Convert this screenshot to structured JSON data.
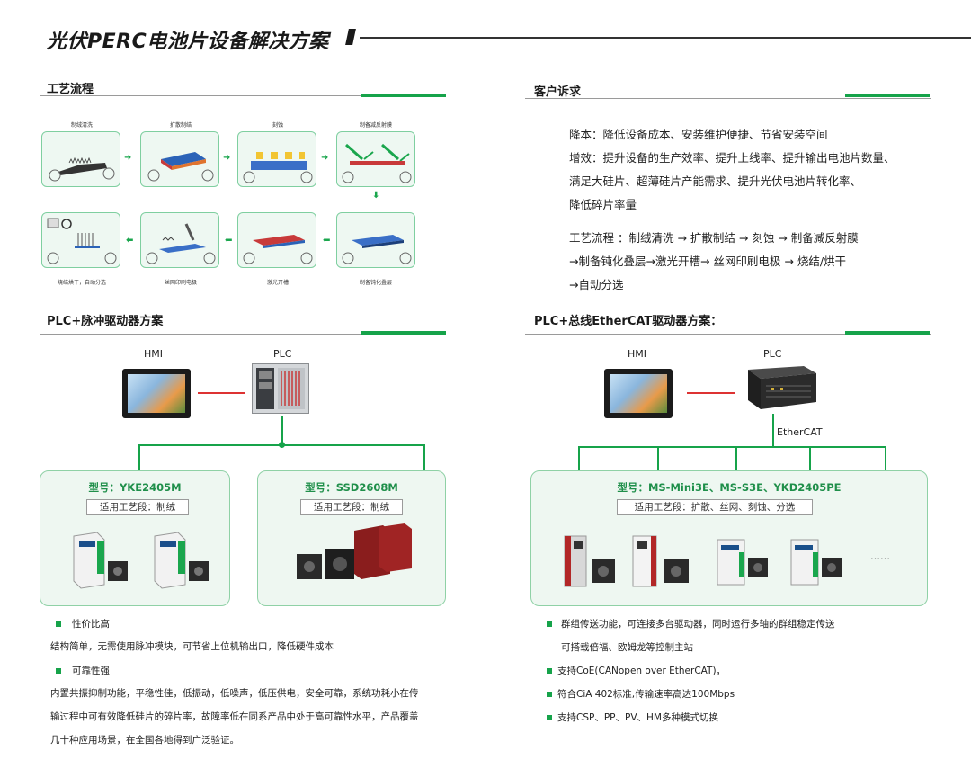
{
  "page": {
    "title": "光伏PERC电池片设备解决方案"
  },
  "process_section": {
    "title": "工艺流程",
    "steps": [
      "制绒清洗",
      "扩散制结",
      "刻蚀",
      "制备减反射膜",
      "制备钝化叠层",
      "激光开槽",
      "丝网印刷电极",
      "烧结烘干，自动分选"
    ]
  },
  "requirements": {
    "title": "客户诉求",
    "lines": [
      "降本：降低设备成本、安装维护便捷、节省安装空间",
      "增效：提升设备的生产效率、提升上线率、提升输出电池片数量、",
      "满足大硅片、超薄硅片产能需求、提升光伏电池片转化率、",
      "降低碎片率量"
    ],
    "flow_lines": [
      "工艺流程 ：制绒清洗 → 扩散制结 → 刻蚀 → 制备减反射膜",
      "→制备钝化叠层→激光开槽→ 丝网印刷电极 → 烧结/烘干",
      "→自动分选"
    ]
  },
  "plc_pulse": {
    "title": "PLC+脉冲驱动器方案",
    "hmi_label": "HMI",
    "plc_label": "PLC",
    "box1": {
      "model": "型号：YKE2405M",
      "applicable": "适用工艺段：制绒"
    },
    "box2": {
      "model": "型号：SSD2608M",
      "applicable": "适用工艺段：制绒"
    },
    "features": [
      {
        "head": "性价比高",
        "text": [
          "结构简单，无需使用脉冲模块，可节省上位机输出口，降低硬件成本"
        ]
      },
      {
        "head": "可靠性强",
        "text": [
          "内置共振抑制功能，平稳性佳，低振动，低噪声，低压供电，安全可靠，系统功耗小在传",
          "输过程中可有效降低硅片的碎片率，故障率低在同系产品中处于高可靠性水平，产品覆盖",
          "几十种应用场景，在全国各地得到广泛验证。"
        ]
      }
    ]
  },
  "plc_ethercat": {
    "title": "PLC+总线EtherCAT驱动器方案：",
    "hmi_label": "HMI",
    "plc_label": "PLC",
    "bus_label": "EtherCAT",
    "box": {
      "model": "型号：MS-Mini3E、MS-S3E、YKD2405PE",
      "applicable": "适用工艺段：扩散、丝网、刻蚀、分选",
      "more": "……"
    },
    "bullets": [
      "群组传送功能，可连接多台驱动器，同时运行多轴的群组稳定传送",
      "可搭载倍福、欧姆龙等控制主站",
      "支持CoE(CANopen over EtherCAT)，",
      "符合CiA 402标准,传输速率高达100Mbps",
      "支持CSP、PP、PV、HM多种模式切换"
    ]
  },
  "colors": {
    "accent": "#16a34a",
    "link_line": "#d33333",
    "box_bg": "#eef7f1"
  }
}
